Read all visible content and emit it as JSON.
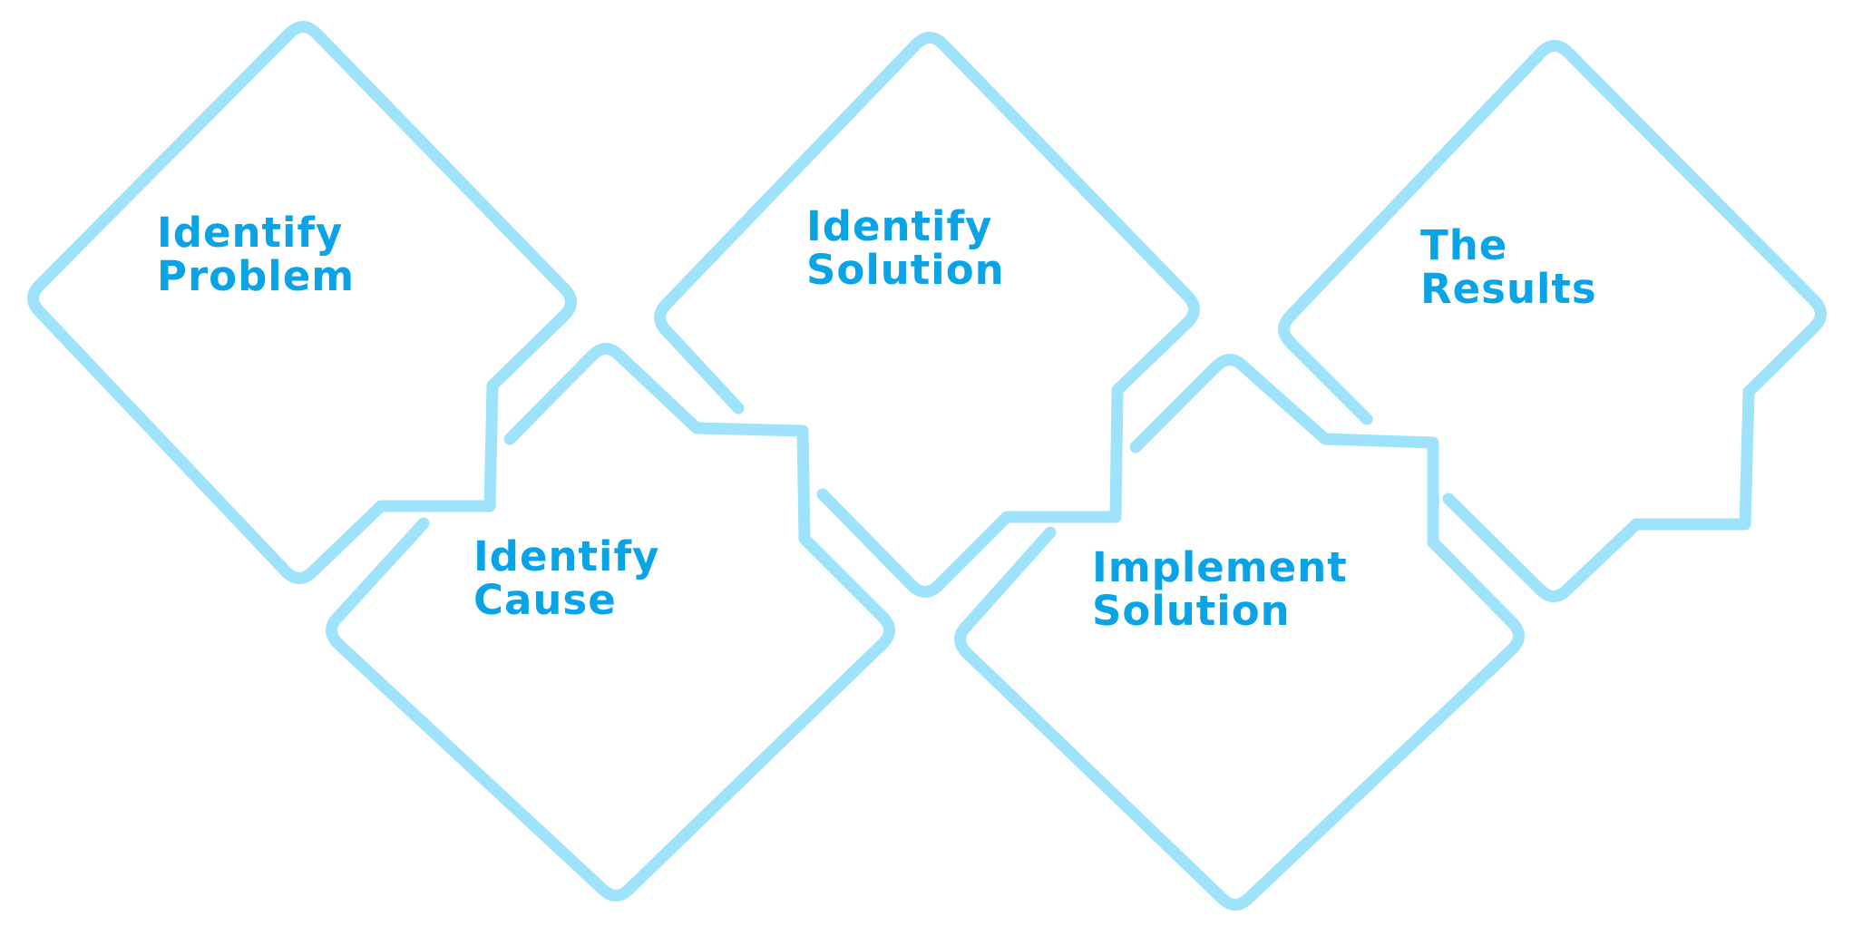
{
  "colors": {
    "outline": "#9ee3fb",
    "text": "#0aa3e6",
    "background": "#ffffff"
  },
  "steps": [
    {
      "id": "identify-problem",
      "line1": "Identify",
      "line2": "Problem"
    },
    {
      "id": "identify-cause",
      "line1": "Identify",
      "line2": "Cause"
    },
    {
      "id": "identify-solution",
      "line1": "Identify",
      "line2": "Solution"
    },
    {
      "id": "implement-solution",
      "line1": "Implement",
      "line2": "Solution"
    },
    {
      "id": "the-results",
      "line1": "The",
      "line2": "Results"
    }
  ]
}
